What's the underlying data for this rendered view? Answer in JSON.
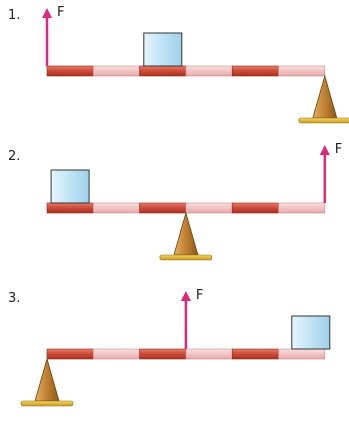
{
  "problems": [
    {
      "number": "1.",
      "force_label": "F",
      "segments": 6,
      "force_at_segment_boundary": 0,
      "block_on_segment": 3,
      "pivot_at_segment_boundary": 6
    },
    {
      "number": "2.",
      "force_label": "F",
      "segments": 6,
      "force_at_segment_boundary": 6,
      "block_on_segment": 1,
      "pivot_at_segment_boundary": 3
    },
    {
      "number": "3.",
      "force_label": "F",
      "segments": 6,
      "force_at_segment_boundary": 3,
      "block_on_segment": 6,
      "pivot_at_segment_boundary": 0
    }
  ],
  "colors": {
    "segment_dark": "#d2503f",
    "segment_light": "#f3bfbf",
    "arrow": "#e0287a",
    "block_fill": "#bfe3f5",
    "pivot_fill": "#c8943a",
    "pivot_base": "#e8c040"
  }
}
